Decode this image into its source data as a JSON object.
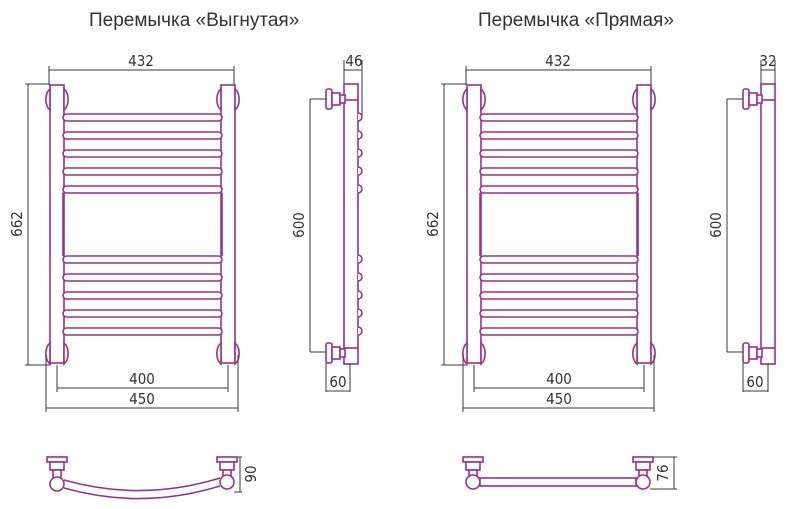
{
  "titles": {
    "left": "Перемычка «Выгнутая»",
    "right": "Перемычка «Прямая»"
  },
  "colors": {
    "pipe": "#9b2f8e",
    "dimension_line": "#3a3a3a",
    "text": "#333333",
    "background": "#ffffff"
  },
  "variants": [
    {
      "name": "curved",
      "front_view": {
        "width_top": "432",
        "height": "662",
        "center_distance": "400",
        "overall_width": "450",
        "rails_top_group": 5,
        "rails_bottom_group": 5
      },
      "side_view": {
        "depth_top": "46",
        "connection_height": "600",
        "wall_offset": "60"
      },
      "top_view": {
        "depth": "90",
        "shape": "curved"
      }
    },
    {
      "name": "straight",
      "front_view": {
        "width_top": "432",
        "height": "662",
        "center_distance": "400",
        "overall_width": "450",
        "rails_top_group": 5,
        "rails_bottom_group": 5
      },
      "side_view": {
        "depth_top": "32",
        "connection_height": "600",
        "wall_offset": "60"
      },
      "top_view": {
        "depth": "76",
        "shape": "straight"
      }
    }
  ]
}
